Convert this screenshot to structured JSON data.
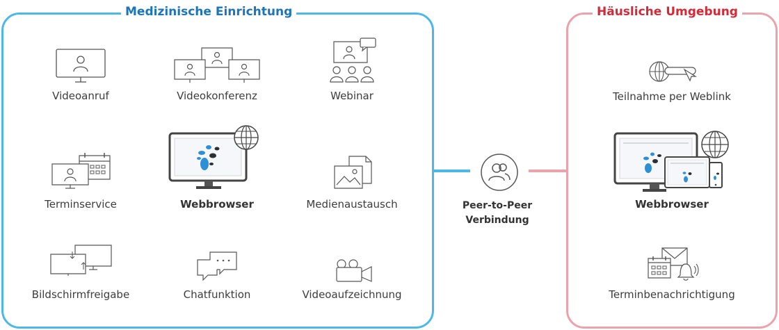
{
  "left_panel": {
    "title": "Medizinische Einrichtung",
    "items": [
      {
        "label": "Videoanruf",
        "icon": "video-call-icon"
      },
      {
        "label": "Videokonferenz",
        "icon": "video-conference-icon"
      },
      {
        "label": "Webinar",
        "icon": "webinar-icon"
      },
      {
        "label": "Terminservice",
        "icon": "appointment-service-icon"
      },
      {
        "label": "Webbrowser",
        "icon": "webbrowser-monitor-icon"
      },
      {
        "label": "Medienaustausch",
        "icon": "media-exchange-icon"
      },
      {
        "label": "Bildschirmfreigabe",
        "icon": "screen-sharing-icon"
      },
      {
        "label": "Chatfunktion",
        "icon": "chat-icon"
      },
      {
        "label": "Videoaufzeichnung",
        "icon": "video-recording-icon"
      }
    ]
  },
  "right_panel": {
    "title": "Häusliche Umgebung",
    "items": [
      {
        "label": "Teilnahme per Weblink",
        "icon": "weblink-icon"
      },
      {
        "label": "Webbrowser",
        "icon": "multi-device-browser-icon"
      },
      {
        "label": "Terminbenachrichtigung",
        "icon": "appointment-notification-icon"
      }
    ]
  },
  "connector": {
    "label_line1": "Peer-to-Peer",
    "label_line2": "Verbindung",
    "icon": "users-circle-icon"
  },
  "colors": {
    "left_border": "#4cb8e8",
    "left_title": "#1d75b9",
    "right_border": "#eba3ab",
    "right_title": "#d12b37",
    "logo_blue": "#2e8fd6",
    "logo_dark": "#2b2f36"
  }
}
